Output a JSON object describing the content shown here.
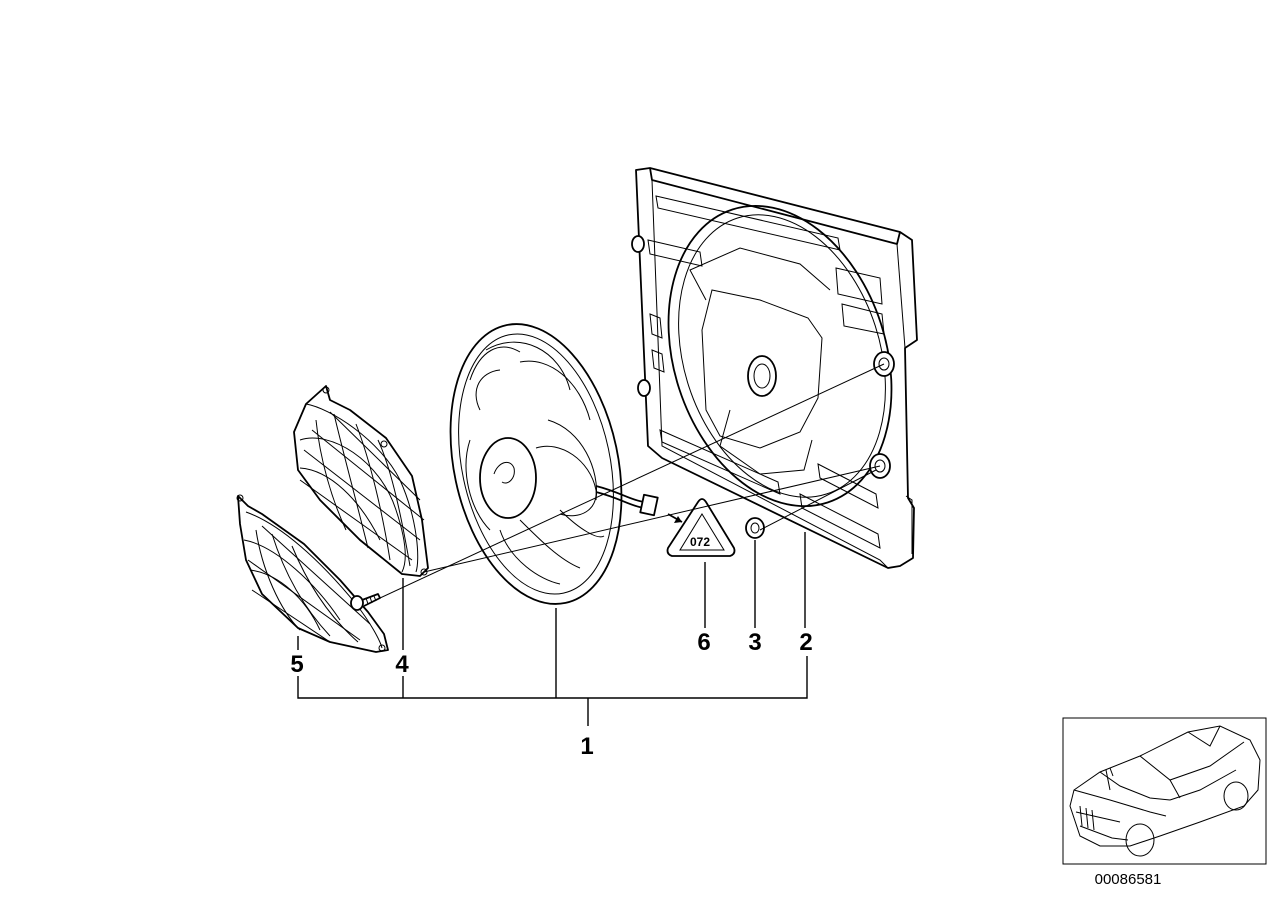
{
  "diagram": {
    "callouts": {
      "assembly": "1",
      "shroud": "2",
      "nut": "3",
      "screw": "4",
      "grille": "5",
      "warning_label": "6"
    },
    "catalog_number": "00086581",
    "label_symbol_text": "072"
  }
}
